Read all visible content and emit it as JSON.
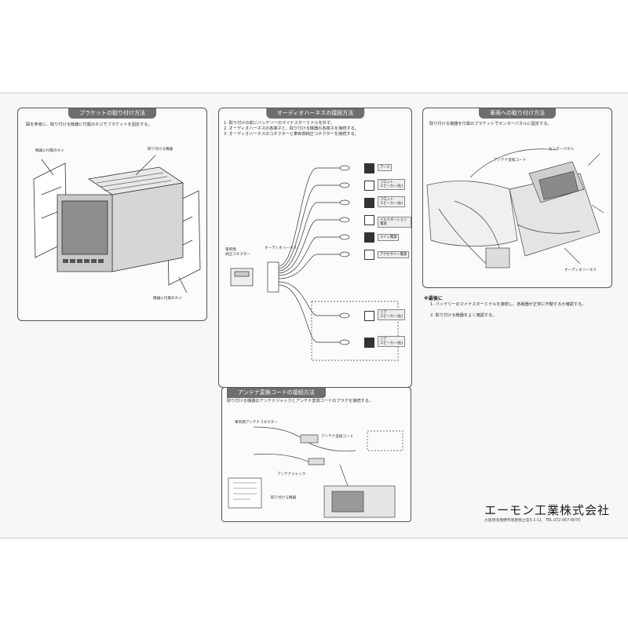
{
  "panels": {
    "bracket": {
      "title": "ブラケットの取り付け方法",
      "text": "図を参考に、取り付ける機器に付属のネジでブラケットを固定する。",
      "callouts": [
        "機器に付属のネジ",
        "取り付ける機器",
        "機器に付属のネジ"
      ]
    },
    "harness": {
      "title": "オーディオハーネスの接続方法",
      "steps": [
        "1. 取り付けの前にバッテリーのマイナスターミナルを外す。",
        "2. オーディオハーネスの各端子と、取り付ける機器の各端子を接続する。",
        "3. オーディオハーネスのコネクターと車両側純正コネクターを接続する。"
      ],
      "connector_label": "車両側\n純正コネクター",
      "harness_label": "オーディオハーネス",
      "wires": [
        {
          "label": "アース"
        },
        {
          "label": "フロント\nスピーカー(左)"
        },
        {
          "label": "フロント\nスピーカー(右)"
        },
        {
          "label": "イルミネーション電源"
        },
        {
          "label": "メイン電源"
        },
        {
          "label": "アクセサリー電源"
        },
        {
          "label": "リア\nスピーカー(左)"
        },
        {
          "label": "リア\nスピーカー(右)"
        }
      ]
    },
    "vehicle": {
      "title": "車両への取り付け方法",
      "text": "取り付ける機器を付属のブラケットでセンターパネルに固定する。",
      "callouts": [
        "センターパネル",
        "アンテナ変換コード",
        "オーディオハーネス"
      ]
    },
    "antenna": {
      "title": "アンテナ変換コードの接続方法",
      "text": "取り付ける機器のアンテナジャックとアンテナ変換コードのプラグを接続する。",
      "callouts": [
        "車両側アンテナコネクター",
        "アンテナ変換コード",
        "アンテナジャック",
        "取り付ける機器"
      ]
    }
  },
  "notes": {
    "title": "※最後に",
    "items": [
      "1. バッテリーのマイナスターミナルを接続し、各機器が正常に作動するか確認する。",
      "2. 取り付ける機器をよく確認する。"
    ]
  },
  "company": {
    "name": "エーモン工業株式会社",
    "address": "大阪府羽曳野市南恵我之荘5-1-11　TEL.072-957-8070"
  }
}
